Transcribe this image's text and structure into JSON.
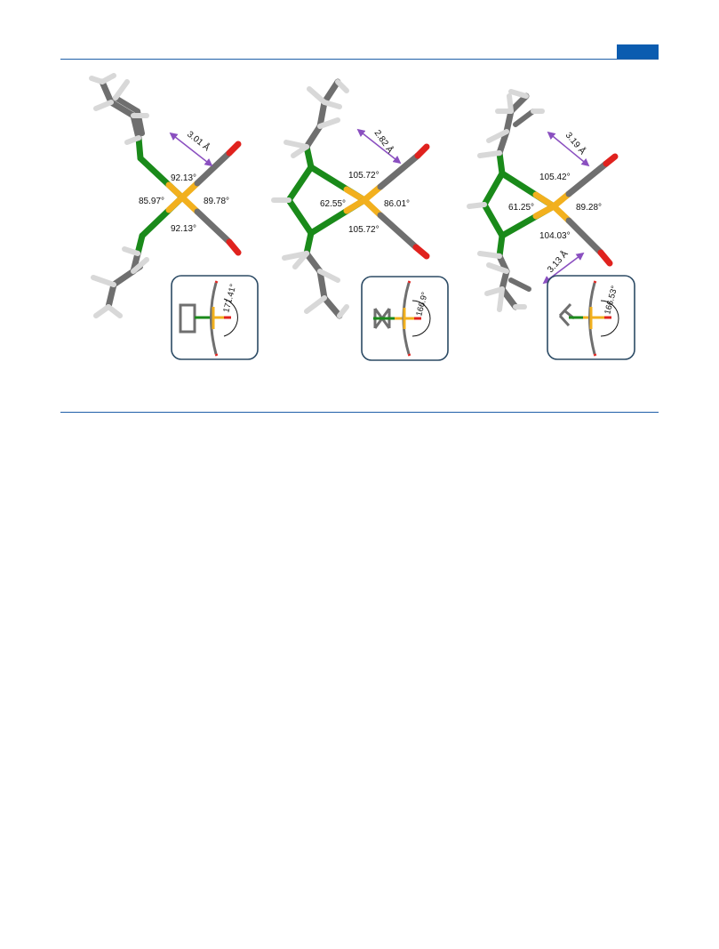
{
  "colors": {
    "rule": "#1f5fa8",
    "tab": "#0b5cb0",
    "carbon": "#6f6f6f",
    "hydrogen": "#d8d8d8",
    "nitrogen": "#1a8a1a",
    "metal": "#f2b01e",
    "oxygen": "#e0221e",
    "distance_arrow": "#8a4fc0",
    "inset_border": "#2b4a64"
  },
  "panels": [
    {
      "distance_top": "3.01 Å",
      "angle_top": "92.13°",
      "angle_left": "85.97°",
      "angle_right": "89.78°",
      "angle_bottom": "92.13°",
      "inset_angle": "171.41°"
    },
    {
      "distance_top": "2.82 Å",
      "angle_top": "105.72°",
      "angle_left": "62.55°",
      "angle_right": "86.01°",
      "angle_bottom": "105.72°",
      "inset_angle": "166.9°"
    },
    {
      "distance_top": "3.19 Å",
      "distance_bottom": "3.13 Å",
      "angle_top": "105.42°",
      "angle_left": "61.25°",
      "angle_right": "89.28°",
      "angle_bottom": "104.03°",
      "inset_angle": "166.53°"
    }
  ]
}
